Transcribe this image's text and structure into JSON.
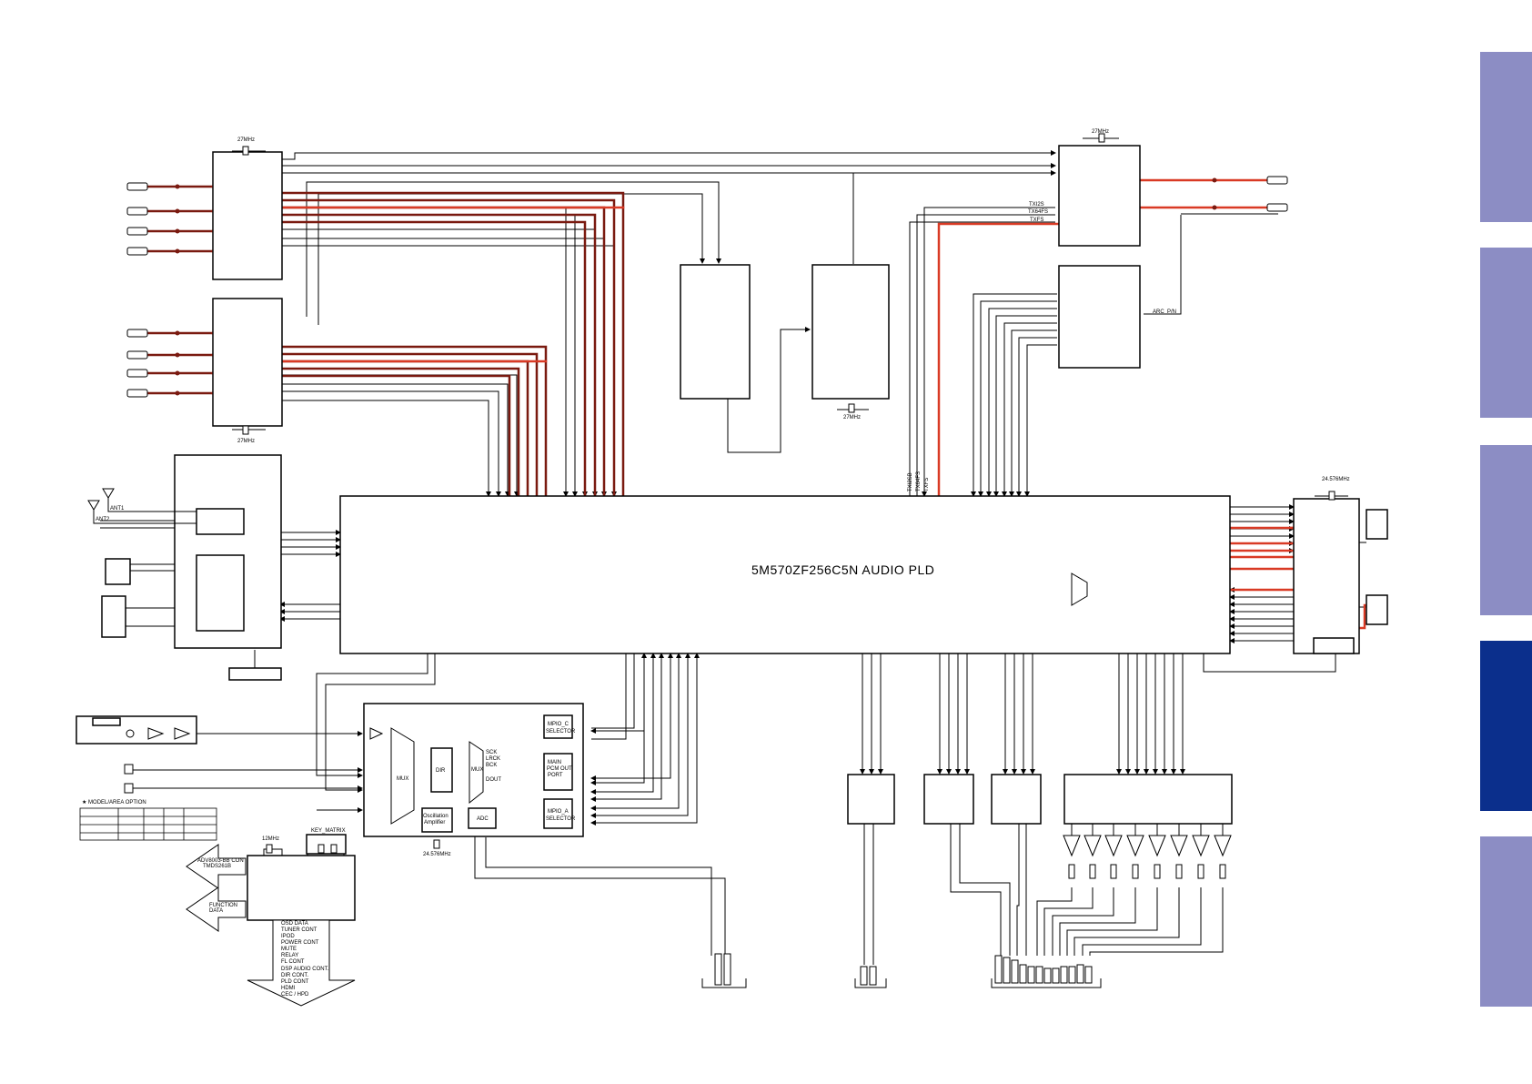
{
  "main_chip": "5M570ZF256C5N AUDIO PLD",
  "crystals": {
    "top_left": "27MHz",
    "bottom_left": "27MHz",
    "top_right": "27MHz",
    "mid": "27MHz",
    "right": "24.576MHz",
    "dir": "24.576MHz",
    "micro": "12MHz"
  },
  "tx_signals": [
    "TXI2S",
    "TX64FS",
    "TXFS"
  ],
  "tx_signals_vertical": [
    "TXI2SB",
    "TX64FS",
    "TXFS"
  ],
  "arc_label": "ARC_P/N",
  "antennas": [
    "ANT1",
    "ANT2"
  ],
  "dsp_blocks": {
    "mux1": "MUX",
    "dir": "DIR",
    "mux2": "MUX",
    "mux2_outputs": [
      "SCK",
      "LRCK",
      "BCK"
    ],
    "dout": "DOUT",
    "osc": [
      "Oscillation",
      "Amplifier"
    ],
    "adc": "ADC",
    "sel_c": [
      "MPIO_C",
      "SELECTOR"
    ],
    "main_pcm": [
      "MAIN",
      "PCM OUT",
      "PORT"
    ],
    "sel_a": [
      "MPIO_A",
      "SELECTOR"
    ]
  },
  "model_option": "★ MODEL/AREA OPTION",
  "key_matrix": "KEY_MATRIX",
  "micro_out": [
    "ADV8003-BB CON",
    "TMDS261B"
  ],
  "function_data": [
    "FUNCTION",
    "DATA"
  ],
  "control_signals": [
    "OSD DATA",
    "TUNER CONT",
    "IPOD",
    "POWER CONT",
    "MUTE",
    "RELAY",
    "FL CONT",
    "DSP AUDIO CONT.",
    "DIR CONT.",
    "PLD CONT",
    "HDMI",
    "CEC / HPD"
  ],
  "colors": {
    "signal_red": "#d93a25",
    "signal_dark": "#7a1a10",
    "tab_light": "#8c8dc4",
    "tab_active": "#0b2f8c"
  }
}
